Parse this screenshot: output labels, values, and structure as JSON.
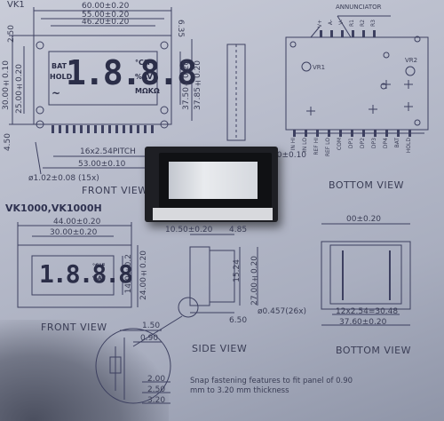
{
  "top": {
    "model": "VK1",
    "annunciator": "ANNUNCIATOR",
    "dims": {
      "d60": "60.00±0.20",
      "d55": "55.00±0.20",
      "d46": "46.20±0.20",
      "d635": "6.35",
      "d250": "2.50",
      "d30": "30.00±0.10",
      "d25": "25.00±0.20",
      "d375": "37.50±0.20",
      "d3785": "37.85±0.20",
      "d450": "4.50",
      "pitch": "16x2.54PITCH",
      "d53": "53.00±0.10",
      "hole": "ø1.02±0.08 (15x)",
      "side20": "20±0.10"
    },
    "lcd": {
      "bat": "BAT",
      "hold": "HOLD",
      "digits": "1.8.8.8",
      "unit1": "°C°F",
      "unit2": "%AV",
      "unit3": "MΩKΩ"
    },
    "front_view": "FRONT VIEW",
    "bottom_view": "BOTTOM VIEW",
    "vr1": "VR1",
    "vr2": "VR2",
    "bottom_pins": [
      "IN HI",
      "IN LO",
      "REF HI",
      "REF LO",
      "COM",
      "DP1",
      "DP2",
      "DP3",
      "DP4",
      "BAT",
      "HOLD"
    ],
    "top_pins": [
      "V+",
      "A-",
      "V-",
      "R1",
      "R2",
      "R3"
    ]
  },
  "bottom": {
    "model": "VK1000,VK1000H",
    "dims": {
      "d44": "44.00±0.20",
      "d30": "30.00±0.20",
      "d14": "14.0±0.2",
      "d24": "24.00±0.20",
      "d1050": "10.50±0.20",
      "d485": "4.85",
      "d1524": "15.24",
      "d27": "27.00±0.20",
      "d650": "6.50",
      "pin": "ø0.457(26x)",
      "d00": "00±0.20",
      "d3048": "12x2.54=30.48",
      "d3760": "37.60±0.20",
      "d150": "1.50",
      "d090": "0.90",
      "d200": "2.00",
      "d250": "2.50",
      "d320": "3.20"
    },
    "lcd": {
      "digits": "1.8.8.8",
      "unit1": "°C°F",
      "unit2": "%AV"
    },
    "front_view": "FRONT VIEW",
    "side_view": "SIDE VIEW",
    "bottom_view": "BOTTOM VIEW",
    "note": "Snap fastening features to fit panel of 0.90 mm to 3.20 mm thickness"
  }
}
